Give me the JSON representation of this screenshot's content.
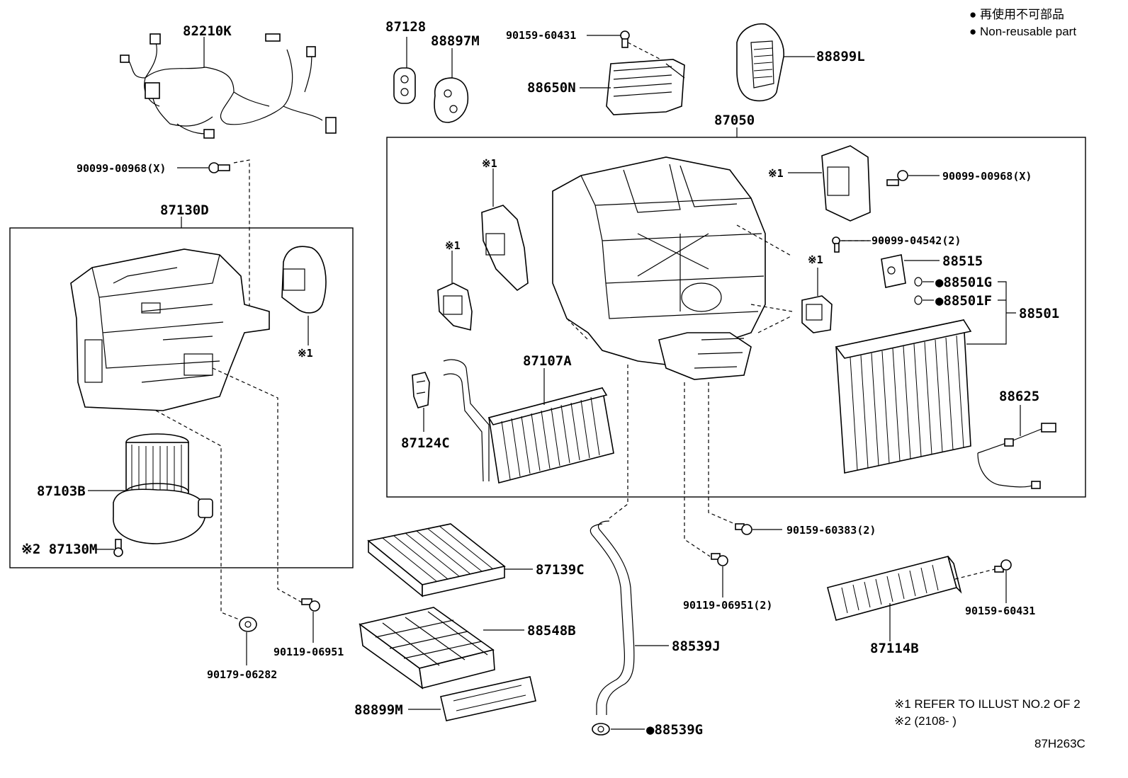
{
  "legend": {
    "jp": "● 再使用不可部品",
    "en": "● Non-reusable part"
  },
  "notes": {
    "n1": "※1 REFER TO ILLUST NO.2 OF 2",
    "n2": "※2 (2108-        )",
    "code": "87H263C"
  },
  "labels": {
    "p82210K": "82210K",
    "p87128": "87128",
    "p88897M": "88897M",
    "p90159_60431_top": "90159-60431",
    "p88650N": "88650N",
    "p88899L": "88899L",
    "p87050": "87050",
    "p90099_00968_left": "90099-00968(X)",
    "p87130D": "87130D",
    "p87103B": "87103B",
    "p87130M": "※2 87130M",
    "p_ref1_blower": "※1",
    "p90119_06951": "90119-06951",
    "p90179_06282": "90179-06282",
    "p_ref1_a": "※1",
    "p_ref1_b": "※1",
    "p_ref1_c": "※1",
    "p_ref1_d": "※1",
    "p90099_00968_right": "90099-00968(X)",
    "p90099_04542": "90099-04542(2)",
    "p88515": "88515",
    "p88501G": "●88501G",
    "p88501F": "●88501F",
    "p88501": "88501",
    "p87107A": "87107A",
    "p87124C": "87124C",
    "p88625": "88625",
    "p90159_60383": "90159-60383(2)",
    "p90119_06951_2": "90119-06951(2)",
    "p87139C": "87139C",
    "p88548B": "88548B",
    "p88899M": "88899M",
    "p88539J": "88539J",
    "p88539G": "●88539G",
    "p87114B": "87114B",
    "p90159_60431_right": "90159-60431"
  }
}
